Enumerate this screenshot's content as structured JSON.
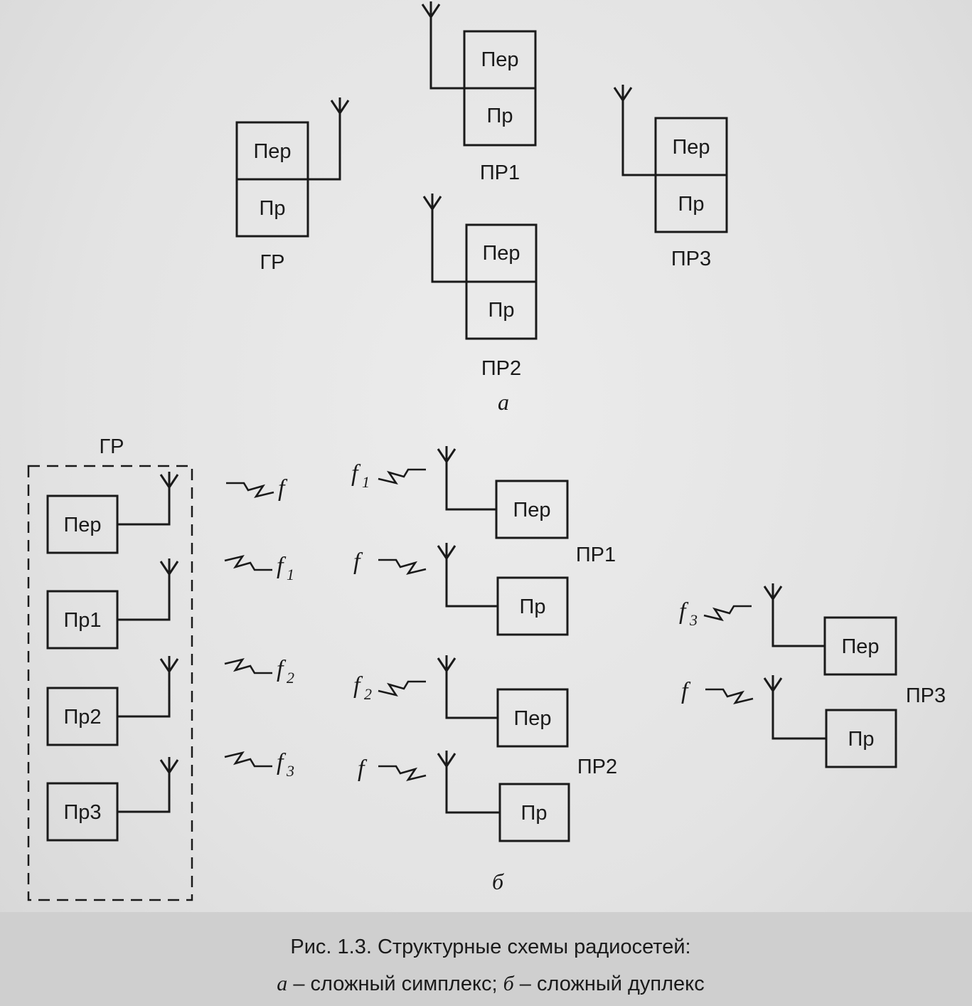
{
  "blocks": {
    "per": "Пер",
    "pr": "Пр",
    "pr1": "Пр1",
    "pr2": "Пр2",
    "pr3": "Пр3"
  },
  "nodes": {
    "gr": "ГР",
    "pr1": "ПР1",
    "pr2": "ПР2",
    "pr3": "ПР3"
  },
  "parts": {
    "a": "а",
    "b": "б"
  },
  "freq": {
    "symbol": "f",
    "idx1": "1",
    "idx2": "2",
    "idx3": "3"
  },
  "caption": {
    "line1": "Рис. 1.3. Структурные схемы радиосетей:",
    "a_letter": "а",
    "a_text": " – сложный симплекс; ",
    "b_letter": "б",
    "b_text": " – сложный дуплекс"
  }
}
